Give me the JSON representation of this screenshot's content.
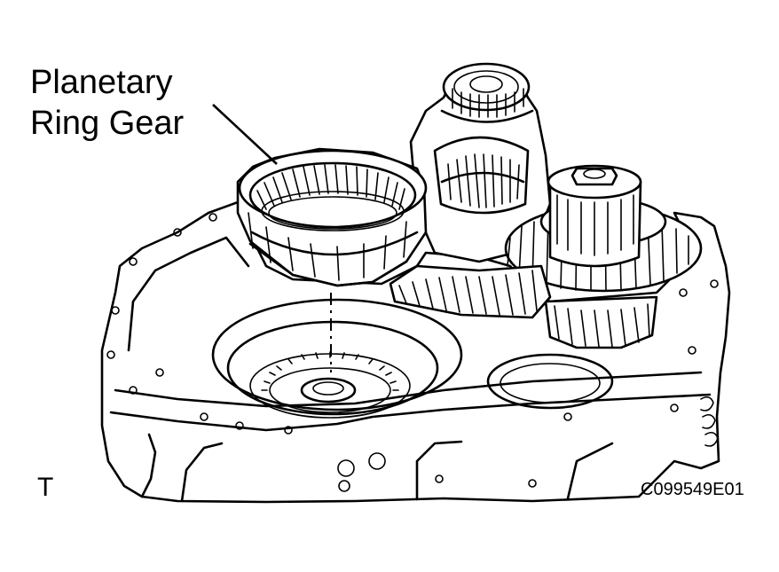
{
  "callout": {
    "line1": "Planetary",
    "line2": "Ring Gear"
  },
  "corner_letter": "T",
  "figure_code": "C099549E01"
}
